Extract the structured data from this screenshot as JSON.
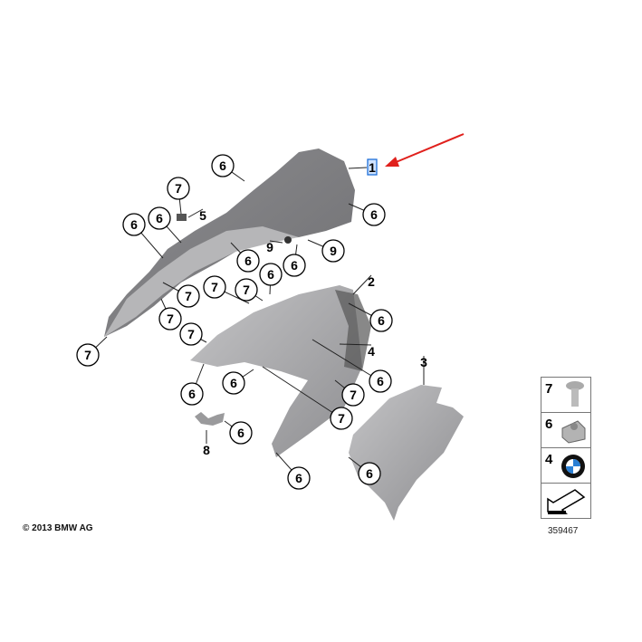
{
  "diagram": {
    "highlighted_part": "1",
    "plain_labels": [
      "1",
      "2",
      "3",
      "4",
      "5",
      "8",
      "9"
    ],
    "circled_labels": [
      "6",
      "7",
      "6",
      "6",
      "6",
      "9",
      "6",
      "6",
      "6",
      "7",
      "7",
      "7",
      "7",
      "6",
      "7",
      "7",
      "6",
      "6",
      "6",
      "7",
      "7",
      "6",
      "6",
      "6"
    ],
    "highlight_color": "#1e6fd9",
    "arrow_color": "#e0201c",
    "part_color": "#a9a9ab"
  },
  "legend": {
    "items": [
      {
        "number": "7",
        "icon": "screw-icon"
      },
      {
        "number": "6",
        "icon": "clip-nut-icon"
      },
      {
        "number": "4",
        "icon": "bmw-logo-icon"
      },
      {
        "number": "",
        "icon": "direction-arrow-icon"
      }
    ],
    "diagram_id": "359467"
  },
  "copyright": "© 2013 BMW AG"
}
